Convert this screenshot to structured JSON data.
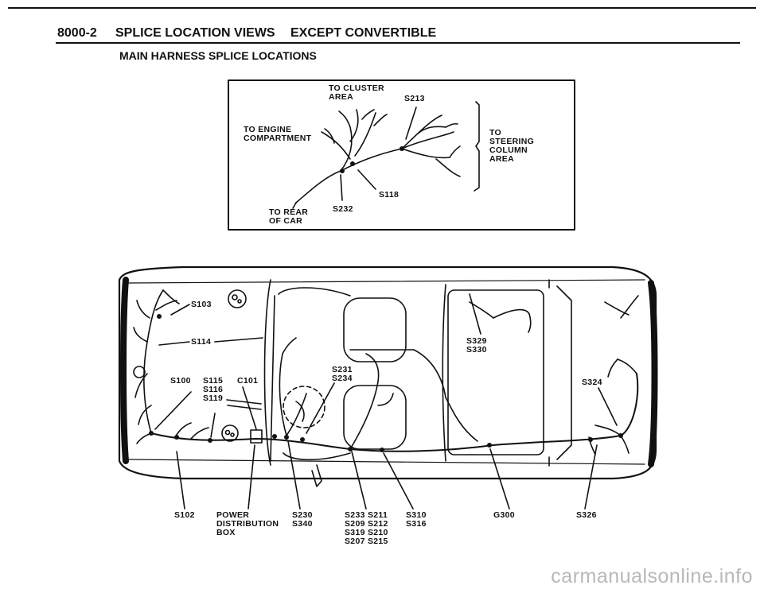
{
  "header": {
    "section": "8000-2",
    "title": "SPLICE LOCATION VIEWS",
    "qualifier": "EXCEPT CONVERTIBLE",
    "subtitle": "MAIN HARNESS SPLICE LOCATIONS"
  },
  "inset": {
    "to_cluster": [
      "TO CLUSTER",
      "AREA"
    ],
    "s213": "S213",
    "to_engine": [
      "TO ENGINE",
      "COMPARTMENT"
    ],
    "to_steering": [
      "TO",
      "STEERING",
      "COLUMN",
      "AREA"
    ],
    "s118": "S118",
    "to_rear": [
      "TO REAR",
      "OF CAR"
    ],
    "s232": "S232"
  },
  "car": {
    "s103": "S103",
    "s114": "S114",
    "s100": "S100",
    "s115": "S115",
    "s116": "S116",
    "s119": "S119",
    "c101": "C101",
    "s231": "S231",
    "s234": "S234",
    "s329": "S329",
    "s330": "S330",
    "s324": "S324"
  },
  "bottom": {
    "s102": "S102",
    "power": [
      "POWER",
      "DISTRIBUTION",
      "BOX"
    ],
    "s230_340": [
      "S230",
      "S340"
    ],
    "group_a": [
      "S233 S211",
      "S209 S212",
      "S319 S210",
      "S207 S215"
    ],
    "s310_316": [
      "S310",
      "S316"
    ],
    "g300": "G300",
    "s326": "S326"
  },
  "watermark": "carmanualsonline.info"
}
